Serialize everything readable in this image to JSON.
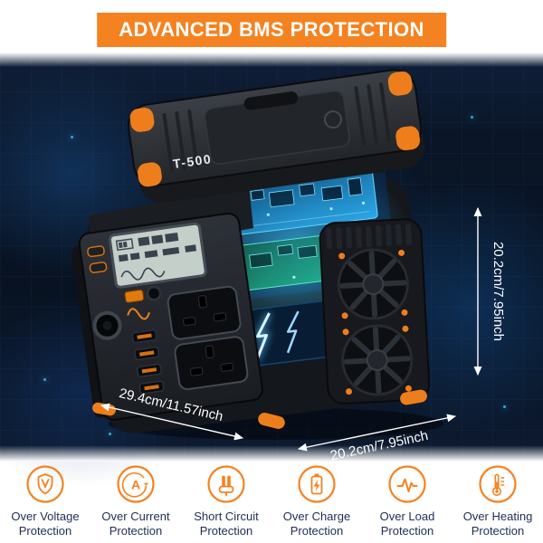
{
  "header": {
    "title": "ADVANCED BMS PROTECTION"
  },
  "product": {
    "model": "T-500"
  },
  "dimensions": {
    "width": "29.4cm/11.57inch",
    "depth": "20.2cm/7.95inch",
    "height": "20.2cm/7.95inch"
  },
  "features": [
    {
      "label": "Over Voltage Protection",
      "icon": "overvoltage-shield-icon"
    },
    {
      "label": "Over Current Protection",
      "icon": "overcurrent-icon"
    },
    {
      "label": "Short Circuit Protection",
      "icon": "short-circuit-icon"
    },
    {
      "label": "Over Charge Protection",
      "icon": "overcharge-battery-icon"
    },
    {
      "label": "Over Load Protection",
      "icon": "overload-wave-icon"
    },
    {
      "label": "Over Heating Protection",
      "icon": "overheating-thermometer-icon"
    }
  ],
  "colors": {
    "accent": "#F58220",
    "background_dark": "#0A1628",
    "glow": "#3EC9F5",
    "label_text": "#1D2E55"
  }
}
